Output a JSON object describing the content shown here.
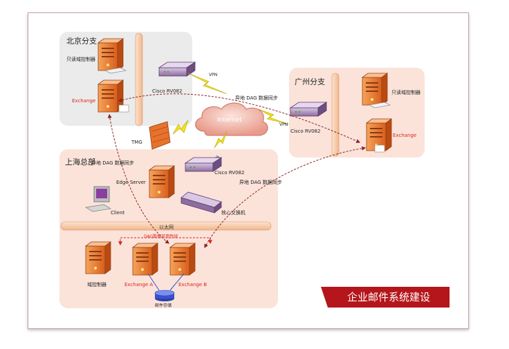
{
  "regions": {
    "beijing": "北京分支",
    "guangzhou": "广州分支",
    "shanghai": "上海总部"
  },
  "labels": {
    "bj_rodc": "只读域控制器",
    "bj_exchange": "Exchange",
    "bj_router": "Cisco RV082",
    "gz_rodc": "只读域控制器",
    "gz_exchange": "Exchange",
    "gz_router": "Cisco RV082",
    "sh_router": "Cisco RV082",
    "tmg": "TMG",
    "internet": "Internet",
    "edge": "Edge Server",
    "switch": "核心交换机",
    "client": "Client",
    "ethernet": "以太网",
    "dc": "域控制器",
    "exa": "Exchange A",
    "exb": "Exchange B",
    "storage": "邮件存储",
    "dag_avail": "DAG数据可用性组",
    "dag_sync_1": "异地 DAG 数据同步",
    "dag_sync_2": "异地 DAG 数据同步",
    "dag_sync_3": "异地 DAG 数据同步",
    "vpn1": "VPN",
    "vpn2": "VPN",
    "vpn3": "VPN"
  },
  "banner": "企业邮件系统建设",
  "colors": {
    "accent_red": "#b4161b",
    "region_pink": "#fbe3da",
    "region_gray": "#ebebeb",
    "server_orange": "#e8722c",
    "pipe": "#f7c9a8",
    "dash": "#8b2323"
  }
}
